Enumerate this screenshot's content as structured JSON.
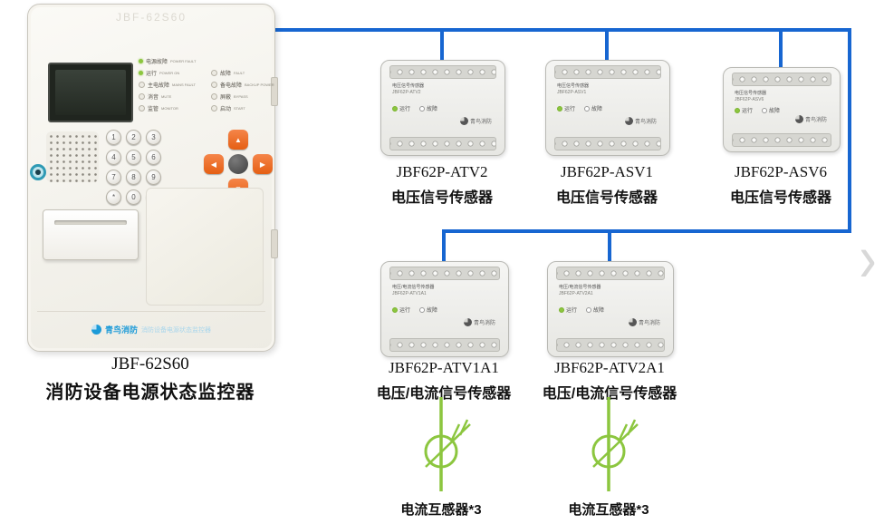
{
  "panel": {
    "watermark": "JBF-62S60",
    "caption": {
      "model": "JBF-62S60",
      "name": "消防设备电源状态监控器"
    },
    "indicators": {
      "header": {
        "cn": "电源故障",
        "en": "POWER FAULT"
      },
      "rows": [
        {
          "cn": "运行",
          "en": "POWER ON"
        },
        {
          "cn": "故障",
          "en": "FAULT"
        },
        {
          "cn": "主电故障",
          "en": "MAINS FAULT"
        },
        {
          "cn": "备电故障",
          "en": "BACKUP POWER"
        },
        {
          "cn": "消音",
          "en": "MUTE"
        },
        {
          "cn": "屏蔽",
          "en": "BYPASS"
        },
        {
          "cn": "监管",
          "en": "MONITOR"
        },
        {
          "cn": "启动",
          "en": "START"
        }
      ]
    },
    "keypad": [
      "1",
      "2",
      "3",
      "4",
      "5",
      "6",
      "7",
      "8",
      "9",
      "*",
      "0",
      "#"
    ],
    "dpad": {
      "up": "▲",
      "down": "▼",
      "left": "◀",
      "right": "▶"
    },
    "logo": {
      "brand": "青鸟消防",
      "tagline": "消防设备电源状态监控器"
    }
  },
  "modules": [
    {
      "model": "JBF62P-ATV2",
      "type": "电压信号传感器",
      "board_line1": "电压信号传感器",
      "board_line2": "JBF62P-ATV2",
      "led_run": "运行",
      "led_fault": "故障",
      "brand": "青鸟消防"
    },
    {
      "model": "JBF62P-ASV1",
      "type": "电压信号传感器",
      "board_line1": "电压信号传感器",
      "board_line2": "JBF62P-ASV1",
      "led_run": "运行",
      "led_fault": "故障",
      "brand": "青鸟消防"
    },
    {
      "model": "JBF62P-ASV6",
      "type": "电压信号传感器",
      "board_line1": "电压信号传感器",
      "board_line2": "JBF62P-ASV6",
      "led_run": "运行",
      "led_fault": "故障",
      "brand": "青鸟消防"
    },
    {
      "model": "JBF62P-ATV1A1",
      "type": "电压/电流信号传感器",
      "board_line1": "电压/电流信号传感器",
      "board_line2": "JBF62P-ATV1A1",
      "led_run": "运行",
      "led_fault": "故障",
      "brand": "青鸟消防"
    },
    {
      "model": "JBF62P-ATV2A1",
      "type": "电压/电流信号传感器",
      "board_line1": "电压/电流信号传感器",
      "board_line2": "JBF62P-ATV2A1",
      "led_run": "运行",
      "led_fault": "故障",
      "brand": "青鸟消防"
    }
  ],
  "transformers": {
    "left": {
      "label": "电流互感器*3"
    },
    "right": {
      "label": "电流互感器*3"
    }
  },
  "carousel": {
    "next": "›"
  },
  "colors": {
    "bus_line": "#1766d1",
    "transformer_green": "#8cc63f",
    "dpad_orange": "#f26522",
    "brand_blue": "#1d9bd8"
  }
}
